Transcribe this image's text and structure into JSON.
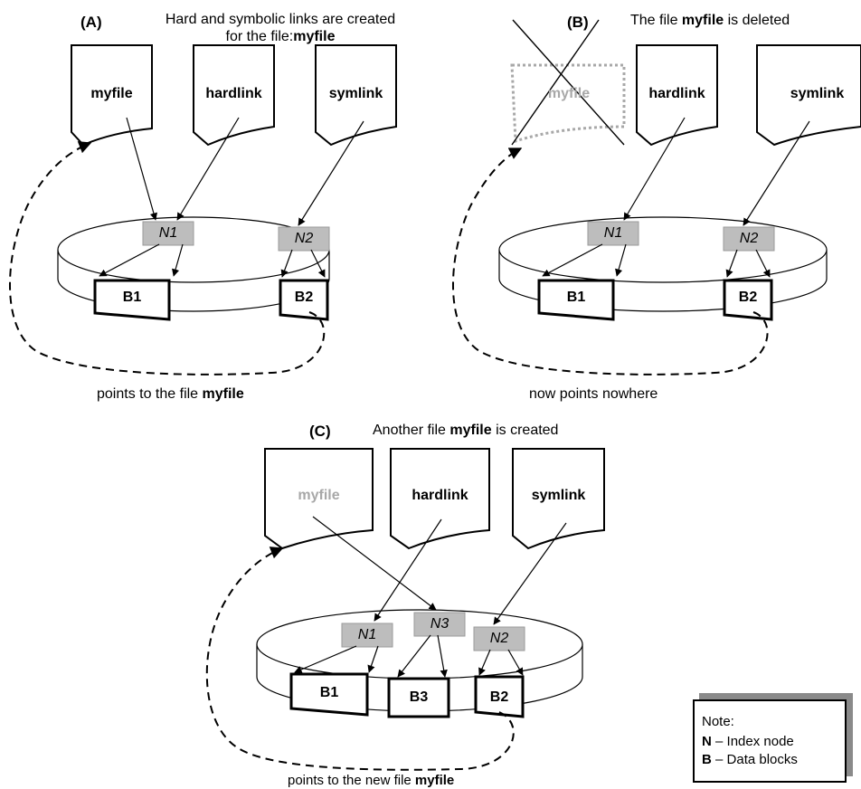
{
  "panel_a": {
    "tag": "(A)",
    "caption_line1": "Hard and symbolic links are created",
    "caption_line2_prefix": "for the file:",
    "caption_line2_bold": "myfile",
    "files": [
      "myfile",
      "hardlink",
      "symlink"
    ],
    "inodes": [
      "N1",
      "N2"
    ],
    "blocks": [
      "B1",
      "B2"
    ],
    "footer_prefix": "points to the file ",
    "footer_bold": "myfile"
  },
  "panel_b": {
    "tag": "(B)",
    "caption_prefix": "The file ",
    "caption_bold": "myfile",
    "caption_suffix": " is deleted",
    "files": [
      "myfile",
      "hardlink",
      "symlink"
    ],
    "inodes": [
      "N1",
      "N2"
    ],
    "blocks": [
      "B1",
      "B2"
    ],
    "footer": "now points nowhere"
  },
  "panel_c": {
    "tag": "(C)",
    "caption_prefix": "Another file ",
    "caption_bold": "myfile",
    "caption_suffix": " is created",
    "files": [
      "myfile",
      "hardlink",
      "symlink"
    ],
    "inodes": [
      "N1",
      "N3",
      "N2"
    ],
    "blocks": [
      "B1",
      "B3",
      "B2"
    ],
    "footer_prefix": "points to the new file ",
    "footer_bold": "myfile"
  },
  "note": {
    "title": "Note:",
    "line1_key": "N",
    "line1_text": " – Index node",
    "line2_key": "B",
    "line2_text": " – Data blocks"
  },
  "colors": {
    "deleted_grey": "#a8a8a8",
    "inode_fill": "#bdbdbd"
  }
}
